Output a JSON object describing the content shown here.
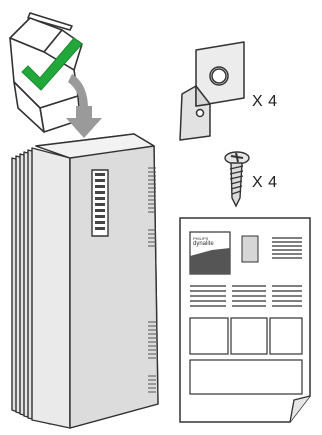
{
  "items": {
    "bracket": {
      "quantity_label": "X 4"
    },
    "screw": {
      "quantity_label": "X 4"
    }
  },
  "document": {
    "brand_small": "PHILIPS",
    "brand_name": "dynalite"
  },
  "colors": {
    "check": "#22a83a",
    "arrow": "#9a9a9a",
    "outline": "#333333",
    "fill_light": "#ececec",
    "fill_mid": "#d6d6d6",
    "fill_dark": "#555555"
  },
  "icons": [
    "box-icon",
    "checkmark-icon",
    "down-arrow-icon",
    "controller-unit-icon",
    "mounting-bracket-icon",
    "screw-icon",
    "instruction-sheet-icon"
  ]
}
